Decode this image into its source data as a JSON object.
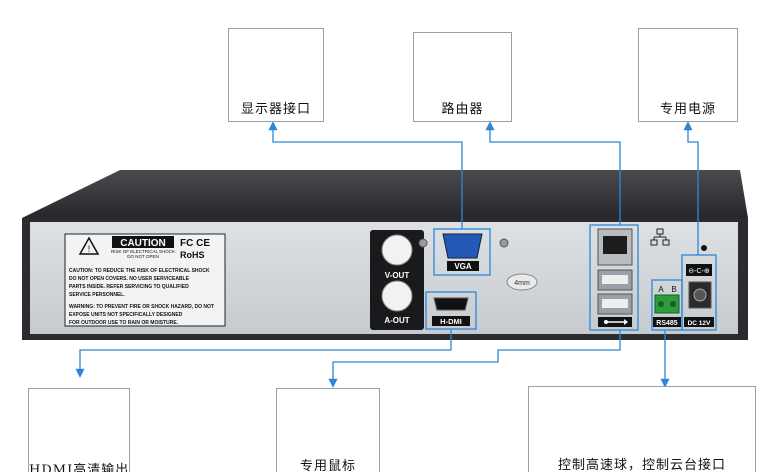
{
  "targets": {
    "monitor": "显示器接口",
    "router": "路由器",
    "power": "专用电源",
    "hdmi_display": "HDMI高清输出",
    "mouse": "专用鼠标",
    "ptz": "控制高速球，控制云台接口"
  },
  "panel": {
    "caution_title": "CAUTION",
    "caution_sub1": "RISK OF ELECTRICAL SHOCK",
    "caution_sub2": "DO NOT OPEN",
    "fcc_ce": "FC CE",
    "rohs": "RoHS",
    "warning_lines": [
      "CAUTION: TO REDUCE THE RISK OF ELECTRICAL SHOCK",
      "DO NOT OPEN COVERS. NO USER SERVICEABLE",
      "PARTS INSIDE. REFER SERVICING TO QUALIFIED",
      "SERVICE PERSONNEL.",
      "WARNING: TO PREVENT FIRE OR SHOCK HAZARD, DO NOT",
      "EXPOSE UNITS NOT SPECIFICALLY DESIGNED",
      "FOR OUTDOOR USE TO RAIN OR MOISTURE."
    ],
    "v_out": "V-OUT",
    "a_out": "A-OUT",
    "vga": "VGA",
    "hdmi": "H-DMI",
    "screw": "4mm",
    "rs485": "RS485",
    "a": "A",
    "b": "B",
    "dc": "DC 12V",
    "lan": "LAN"
  },
  "colors": {
    "arrow": "#2e86d6",
    "box_border": "#9aa0a6",
    "chassis": "#2f2f33",
    "panel": "#d3d7db"
  }
}
